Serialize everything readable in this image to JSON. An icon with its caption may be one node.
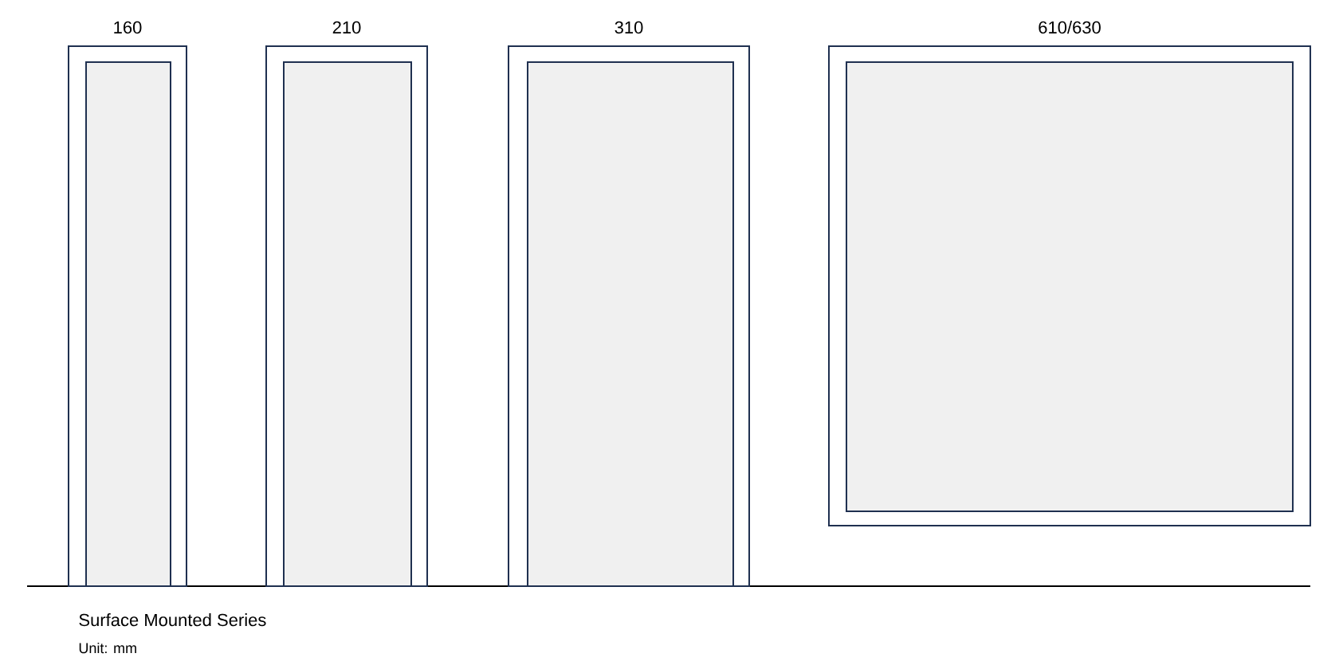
{
  "diagram": {
    "caption": "Surface Mounted Series",
    "nodes": [
      {
        "text": [
          "160"
        ]
      },
      {
        "text": [],
        "shape": "box",
        "in": 0
      },
      {
        "text": [
          "210"
        ]
      },
      {
        "text": [],
        "shape": "box",
        "in": 2
      },
      {
        "text": [
          "310"
        ]
      },
      {
        "text": [],
        "shape": "box",
        "in": 4
      },
      {
        "text": [
          "610/630"
        ]
      },
      {
        "text": [],
        "shape": "box",
        "in": 6
      }
    ],
    "labels": [
      "Unit: mm"
    ]
  }
}
